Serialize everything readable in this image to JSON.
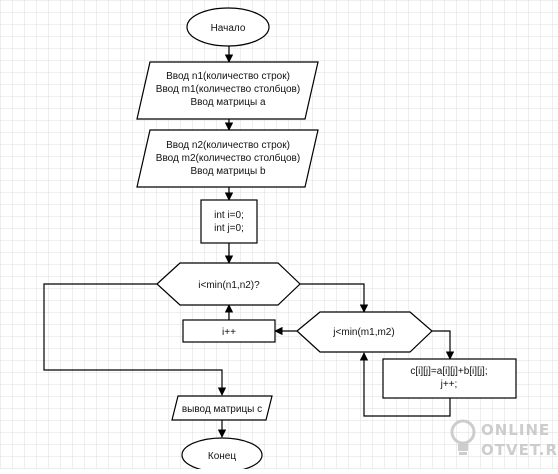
{
  "nodes": {
    "start": {
      "text": "Начало"
    },
    "input_a": {
      "lines": [
        "Ввод n1(количество строк)",
        "Ввод m1(количество столбцов)",
        "Ввод матрицы а"
      ]
    },
    "input_b": {
      "lines": [
        "Ввод n2(количество строк)",
        "Ввод m2(количество столбцов)",
        "Ввод матрицы b"
      ]
    },
    "init": {
      "lines": [
        "int i=0;",
        "int j=0;"
      ]
    },
    "cond_i": {
      "text": "i<min(n1,n2)?"
    },
    "inc_i": {
      "text": "i++"
    },
    "cond_j": {
      "text": "j<min(m1,m2)"
    },
    "sum": {
      "lines": [
        "c[i][j]=a[i][j]+b[i][j];",
        "j++;"
      ]
    },
    "output": {
      "text": "вывод матрицы с"
    },
    "end": {
      "text": "Конец"
    }
  },
  "watermark": {
    "line1": "ONLINE",
    "line2": "OTVET.RU"
  },
  "colors": {
    "grid": "#dcdcdc",
    "stroke": "#000000",
    "fill": "#ffffff",
    "watermark": "#c8c8c8"
  }
}
